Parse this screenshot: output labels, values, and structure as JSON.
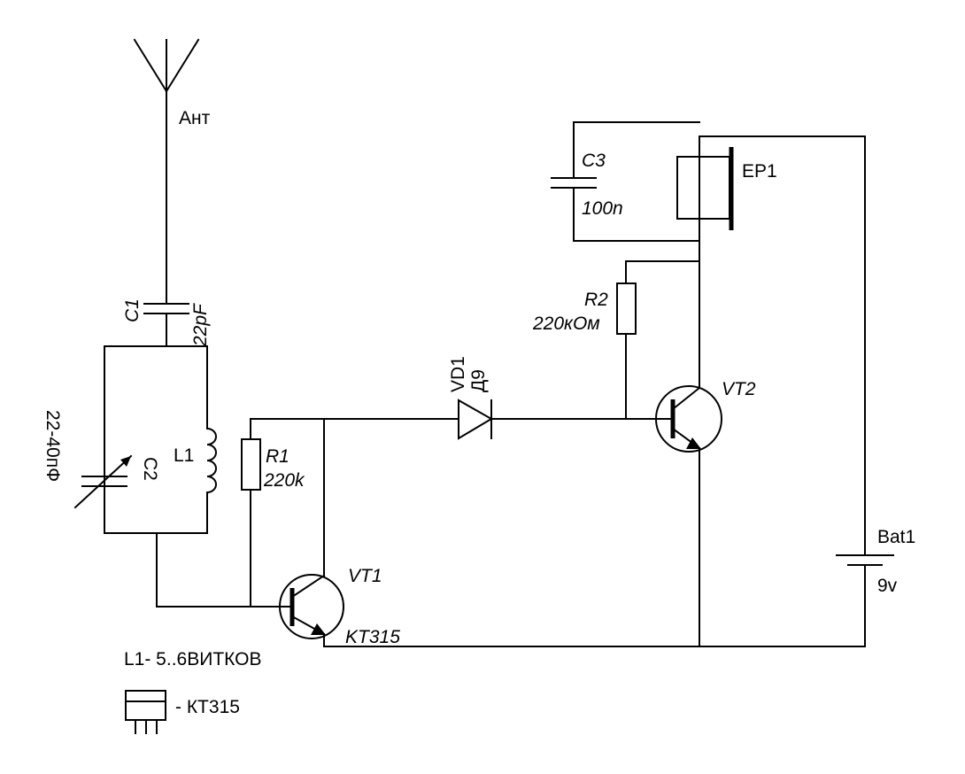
{
  "diagram": {
    "type": "circuit-schematic",
    "background": "#ffffff",
    "stroke_color": "#000000"
  },
  "labels": {
    "antenna": "Ант",
    "c1_name": "C1",
    "c1_value": "22pF",
    "c2_name": "C2",
    "c2_value": "22-40пФ",
    "l1_name": "L1",
    "r1_name": "R1",
    "r1_value": "220k",
    "vt1_name": "VT1",
    "vt1_type": "KT315",
    "vd1_name": "VD1",
    "vd1_type": "Д9",
    "r2_name": "R2",
    "r2_value": "220кОм",
    "vt2_name": "VT2",
    "c3_name": "C3",
    "c3_value": "100n",
    "ep1_name": "EP1",
    "bat1_name": "Bat1",
    "bat1_value": "9v",
    "coil_note": "L1- 5..6ВИТКОВ",
    "package_note": "- КТ315"
  }
}
